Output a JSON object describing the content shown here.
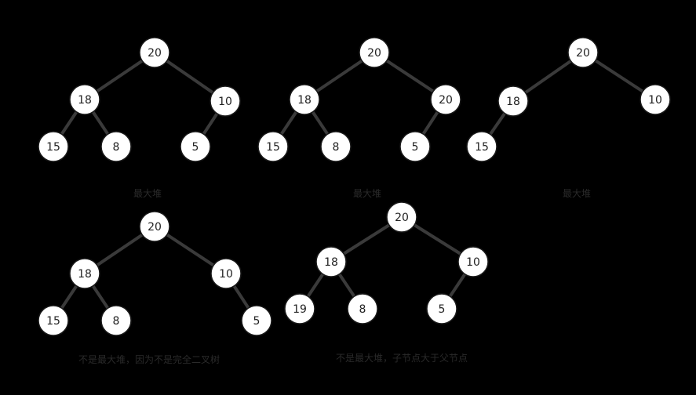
{
  "colors": {
    "background": "#000000",
    "edge": "#3a3a3a",
    "node_fill": "#ffffff",
    "node_stroke": "#1a1a1a",
    "node_text": "#222222",
    "caption_text": "#2a2a2a"
  },
  "trees": [
    {
      "id": "tree-1",
      "caption": "最大堆",
      "nodes": [
        {
          "id": "a",
          "value": "20"
        },
        {
          "id": "b",
          "value": "18"
        },
        {
          "id": "c",
          "value": "10"
        },
        {
          "id": "d",
          "value": "15"
        },
        {
          "id": "e",
          "value": "8"
        },
        {
          "id": "f",
          "value": "5"
        }
      ],
      "edges": [
        [
          "a",
          "b"
        ],
        [
          "a",
          "c"
        ],
        [
          "b",
          "d"
        ],
        [
          "b",
          "e"
        ],
        [
          "c",
          "f"
        ]
      ]
    },
    {
      "id": "tree-2",
      "caption": "最大堆",
      "nodes": [
        {
          "id": "a",
          "value": "20"
        },
        {
          "id": "b",
          "value": "18"
        },
        {
          "id": "c",
          "value": "20"
        },
        {
          "id": "d",
          "value": "15"
        },
        {
          "id": "e",
          "value": "8"
        },
        {
          "id": "f",
          "value": "5"
        }
      ],
      "edges": [
        [
          "a",
          "b"
        ],
        [
          "a",
          "c"
        ],
        [
          "b",
          "d"
        ],
        [
          "b",
          "e"
        ],
        [
          "c",
          "f"
        ]
      ]
    },
    {
      "id": "tree-3",
      "caption": "最大堆",
      "nodes": [
        {
          "id": "a",
          "value": "20"
        },
        {
          "id": "b",
          "value": "18"
        },
        {
          "id": "c",
          "value": "10"
        },
        {
          "id": "d",
          "value": "15"
        }
      ],
      "edges": [
        [
          "a",
          "b"
        ],
        [
          "a",
          "c"
        ],
        [
          "b",
          "d"
        ]
      ]
    },
    {
      "id": "tree-4",
      "caption": "不是最大堆，因为不是完全二叉树",
      "nodes": [
        {
          "id": "a",
          "value": "20"
        },
        {
          "id": "b",
          "value": "18"
        },
        {
          "id": "c",
          "value": "10"
        },
        {
          "id": "d",
          "value": "15"
        },
        {
          "id": "e",
          "value": "8"
        },
        {
          "id": "f",
          "value": "5"
        }
      ],
      "edges": [
        [
          "a",
          "b"
        ],
        [
          "a",
          "c"
        ],
        [
          "b",
          "d"
        ],
        [
          "b",
          "e"
        ],
        [
          "c",
          "f"
        ]
      ]
    },
    {
      "id": "tree-5",
      "caption": "不是最大堆，子节点大于父节点",
      "nodes": [
        {
          "id": "a",
          "value": "20"
        },
        {
          "id": "b",
          "value": "18"
        },
        {
          "id": "c",
          "value": "10"
        },
        {
          "id": "d",
          "value": "19"
        },
        {
          "id": "e",
          "value": "8"
        },
        {
          "id": "f",
          "value": "5"
        }
      ],
      "edges": [
        [
          "a",
          "b"
        ],
        [
          "a",
          "c"
        ],
        [
          "b",
          "d"
        ],
        [
          "b",
          "e"
        ],
        [
          "c",
          "f"
        ]
      ]
    }
  ]
}
